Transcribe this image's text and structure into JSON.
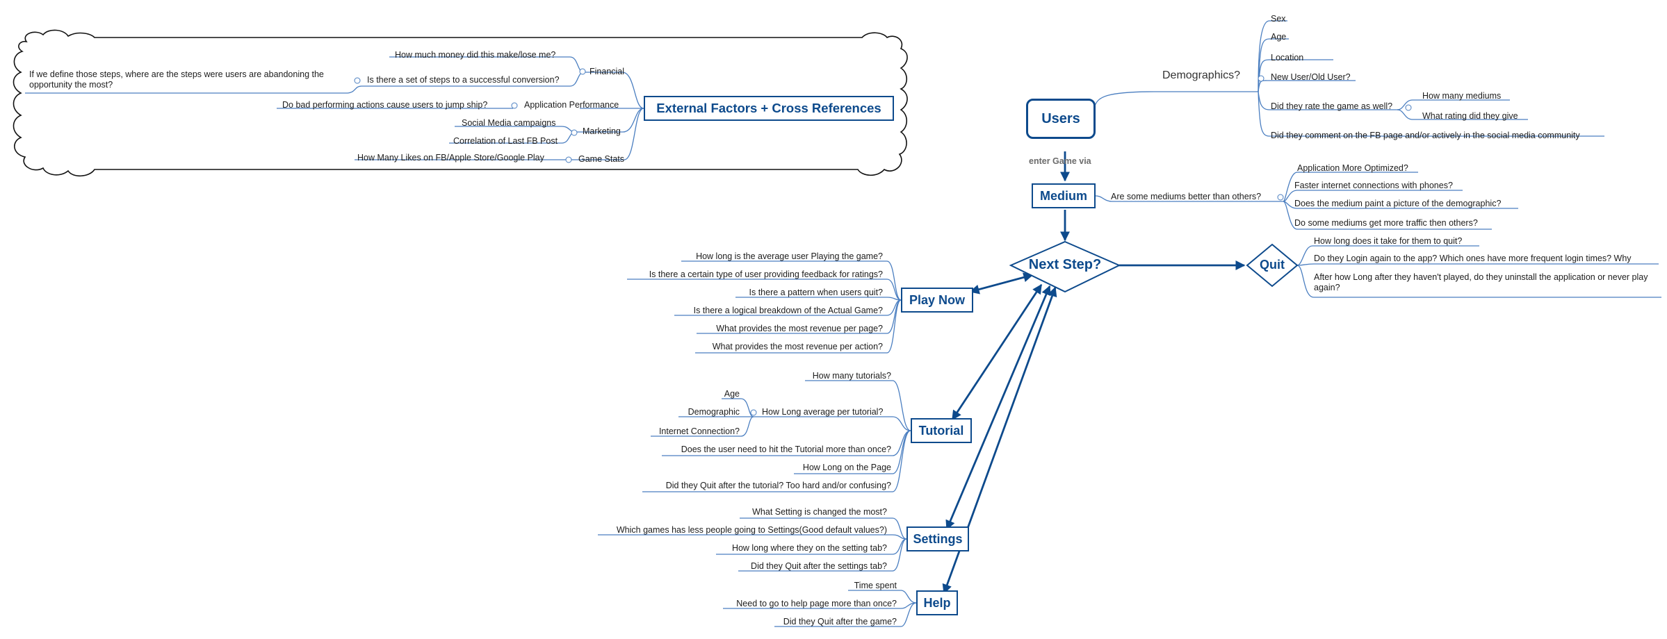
{
  "external": {
    "title": "External Factors + Cross References",
    "financial": "Financial",
    "financial_q1": "How much money did this make/lose me?",
    "financial_q2": "Is there a set of steps to a successful conversion?",
    "financial_q2_sub": "If we define those steps, where are the steps were users are abandoning the opportunity the most?",
    "app_perf": "Application Performance",
    "app_perf_q": "Do bad performing actions cause users to jump ship?",
    "marketing": "Marketing",
    "marketing_q1": "Social Media campaigns",
    "marketing_q2": "Correlation of Last FB Post",
    "game_stats": "Game Stats",
    "game_stats_q": "How Many Likes on FB/Apple Store/Google Play"
  },
  "users": {
    "label": "Users",
    "link_label": "enter Game via",
    "demographics": "Demographics?",
    "sex": "Sex",
    "age": "Age",
    "location": "Location",
    "new_old": "New User/Old User?",
    "rate": "Did they rate the game as well?",
    "how_many_mediums": "How many mediums",
    "what_rating": "What rating did they give",
    "comment": "Did they comment on the FB page and/or actively in the social media community"
  },
  "medium": {
    "label": "Medium",
    "question": "Are some mediums better than others?",
    "q1": "Application More Optimized?",
    "q2": "Faster internet connections with phones?",
    "q3": "Does the medium paint a picture of the demographic?",
    "q4": "Do some mediums get more traffic then others?"
  },
  "next_step": {
    "label": "Next Step?"
  },
  "quit": {
    "label": "Quit",
    "q1": "How long does it take for them to quit?",
    "q2": "Do they Login again to the app? Which ones have more frequent login times? Why",
    "q3": "After how Long after they haven't played, do they uninstall the application or never play again?"
  },
  "play_now": {
    "label": "Play Now",
    "q1": "How long is the average user Playing the game?",
    "q2": "Is there a certain type of user providing feedback for ratings?",
    "q3": "Is there a pattern when users quit?",
    "q4": "Is there a logical breakdown of the Actual Game?",
    "q5": "What provides the most revenue per page?",
    "q6": "What provides the most revenue per action?"
  },
  "tutorial": {
    "label": "Tutorial",
    "q1": "How many tutorials?",
    "q2": "How Long average per tutorial?",
    "q2_a": "Age",
    "q2_b": "Demographic",
    "q2_c": "Internet Connection?",
    "q3": "Does the user need to hit the Tutorial more than once?",
    "q4": "How Long on the Page",
    "q5": "Did they Quit after the tutorial? Too hard and/or confusing?"
  },
  "settings": {
    "label": "Settings",
    "q1": "What Setting is changed the most?",
    "q2": "Which games has less people going to Settings(Good default values?)",
    "q3": "How long where they on the setting tab?",
    "q4": "Did they Quit after the settings tab?"
  },
  "help": {
    "label": "Help",
    "q1": "Time spent",
    "q2": "Need to go to help page more than once?",
    "q3": "Did they Quit after the game?"
  },
  "colors": {
    "primary": "#0d4a8c",
    "branch": "#4a7ec0",
    "text": "#1c1c1c"
  }
}
